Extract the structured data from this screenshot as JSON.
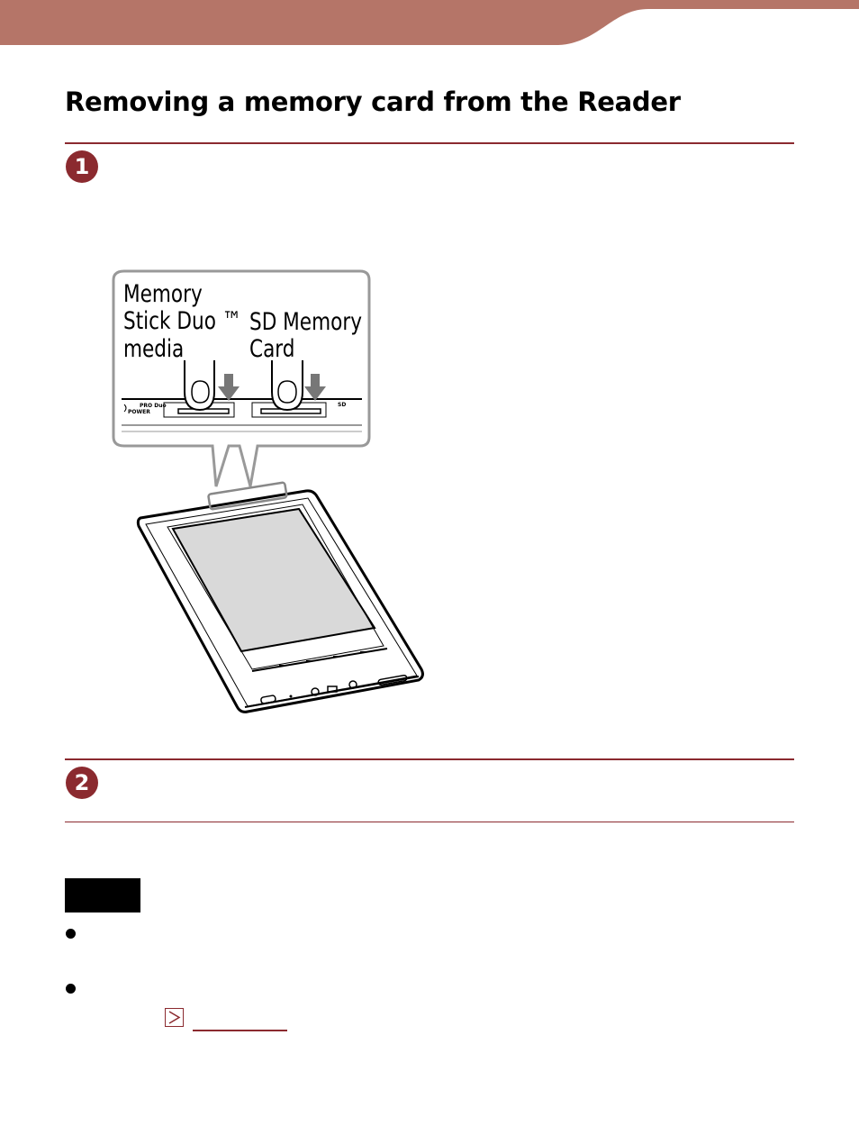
{
  "header": {
    "band_color": "#b57568"
  },
  "page": {
    "title": "Removing a memory card from the Reader"
  },
  "steps": [
    {
      "number": "1"
    },
    {
      "number": "2"
    }
  ],
  "illustration": {
    "callout": {
      "ms_label": [
        "Memory",
        "Stick Duo ™",
        "media"
      ],
      "sd_label": [
        "SD Memory",
        "Card"
      ],
      "slot_ms_text": "PRO Duo",
      "slot_power_text": "POWER",
      "slot_sd_text": "SD"
    }
  },
  "colors": {
    "accent": "#8b2a2f",
    "screen_gray": "#d9d9d9",
    "push_arrow": "#777777"
  }
}
